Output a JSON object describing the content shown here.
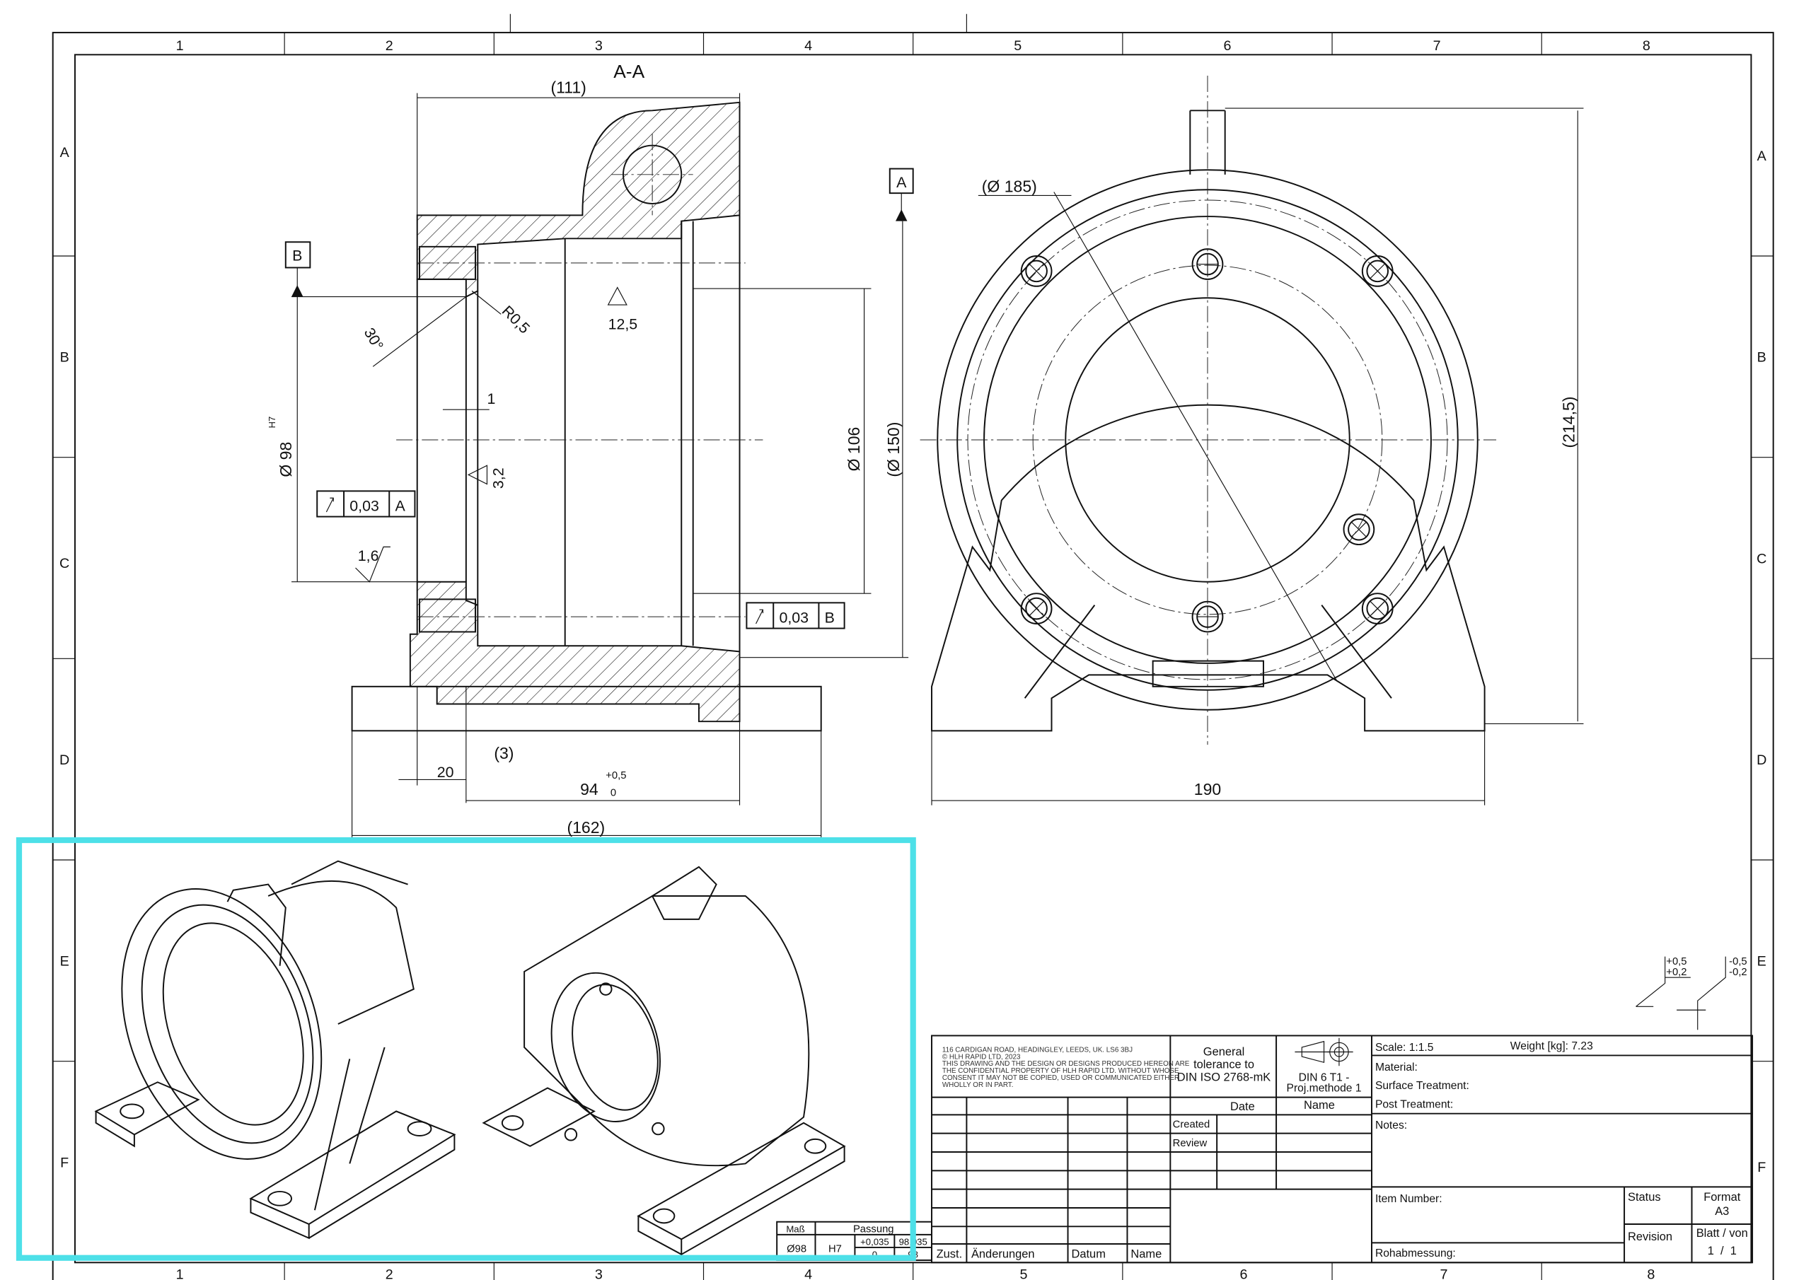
{
  "frame": {
    "columns": [
      "1",
      "2",
      "3",
      "4",
      "5",
      "6",
      "7",
      "8"
    ],
    "rows": [
      "A",
      "B",
      "C",
      "D",
      "E",
      "F"
    ]
  },
  "section_view": {
    "title": "A-A",
    "dims": {
      "d111": "(111)",
      "d30": "30°",
      "r05": "R0,5",
      "rough125": "12,5",
      "d1": "1",
      "d98": "Ø 98",
      "h7": "H7",
      "rough32": "3,2",
      "rough16": "1,6",
      "d106": "Ø 106",
      "d150": "(Ø 150)",
      "d20": "20",
      "d3": "(3)",
      "d94": "94",
      "tol_up": "+0,5",
      "tol_low": "0",
      "d162": "(162)"
    },
    "datum_a": "A",
    "datum_b": "B",
    "fcf1": {
      "value": "0,03",
      "datum": "A"
    },
    "fcf2": {
      "value": "0,03",
      "datum": "B"
    }
  },
  "front_view": {
    "d185": "(Ø 185)",
    "d2145": "(214,5)",
    "d190": "190"
  },
  "tolerance_symbols": {
    "left_up": "+0,5",
    "left_low": "+0,2",
    "right_up": "-0,5",
    "right_low": "-0,2"
  },
  "fit_table": {
    "headers": [
      "Maß",
      "Passung"
    ],
    "size": "Ø98",
    "fit": "H7",
    "upper": "+0,035",
    "lower": "0",
    "max": "98,035",
    "min": "98"
  },
  "title_block": {
    "company_text": [
      "116 CARDIGAN ROAD, HEADINGLEY, LEEDS, UK. LS6 3BJ",
      "© HLH RAPID LTD, 2023",
      "THIS DRAWING AND THE DESIGN OR DESIGNS PRODUCED HEREON ARE",
      "THE CONFIDENTIAL PROPERTY OF HLH RAPID LTD. WITHOUT WHOSE",
      "CONSENT IT MAY NOT BE COPIED, USED OR COMMUNICATED EITHER",
      "WHOLLY OR IN PART."
    ],
    "general_tolerance": [
      "General",
      "tolerance to",
      "DIN ISO 2768-mK"
    ],
    "projection": [
      "DIN 6  T1 -",
      "Proj.methode 1"
    ],
    "date_label": "Date",
    "name_label": "Name",
    "created_label": "Created",
    "review_label": "Review",
    "revision_headers": [
      "Zust.",
      "Änderungen",
      "Datum",
      "Name"
    ],
    "scale": "Scale: 1:1.5",
    "weight": "Weight [kg]: 7.23",
    "material": "Material:",
    "surface_treatment": "Surface Treatment:",
    "post_treatment": "Post Treatment:",
    "notes": "Notes:",
    "item_number": "Item Number:",
    "rohabmessung": "Rohabmessung:",
    "status": "Status",
    "revision": "Revision",
    "format_label": "Format",
    "format_value": "A3",
    "sheet_label": "Blatt / von",
    "sheet_value": "1  /  1"
  },
  "colors": {
    "highlight": "#4de0e8",
    "line": "#111111"
  }
}
